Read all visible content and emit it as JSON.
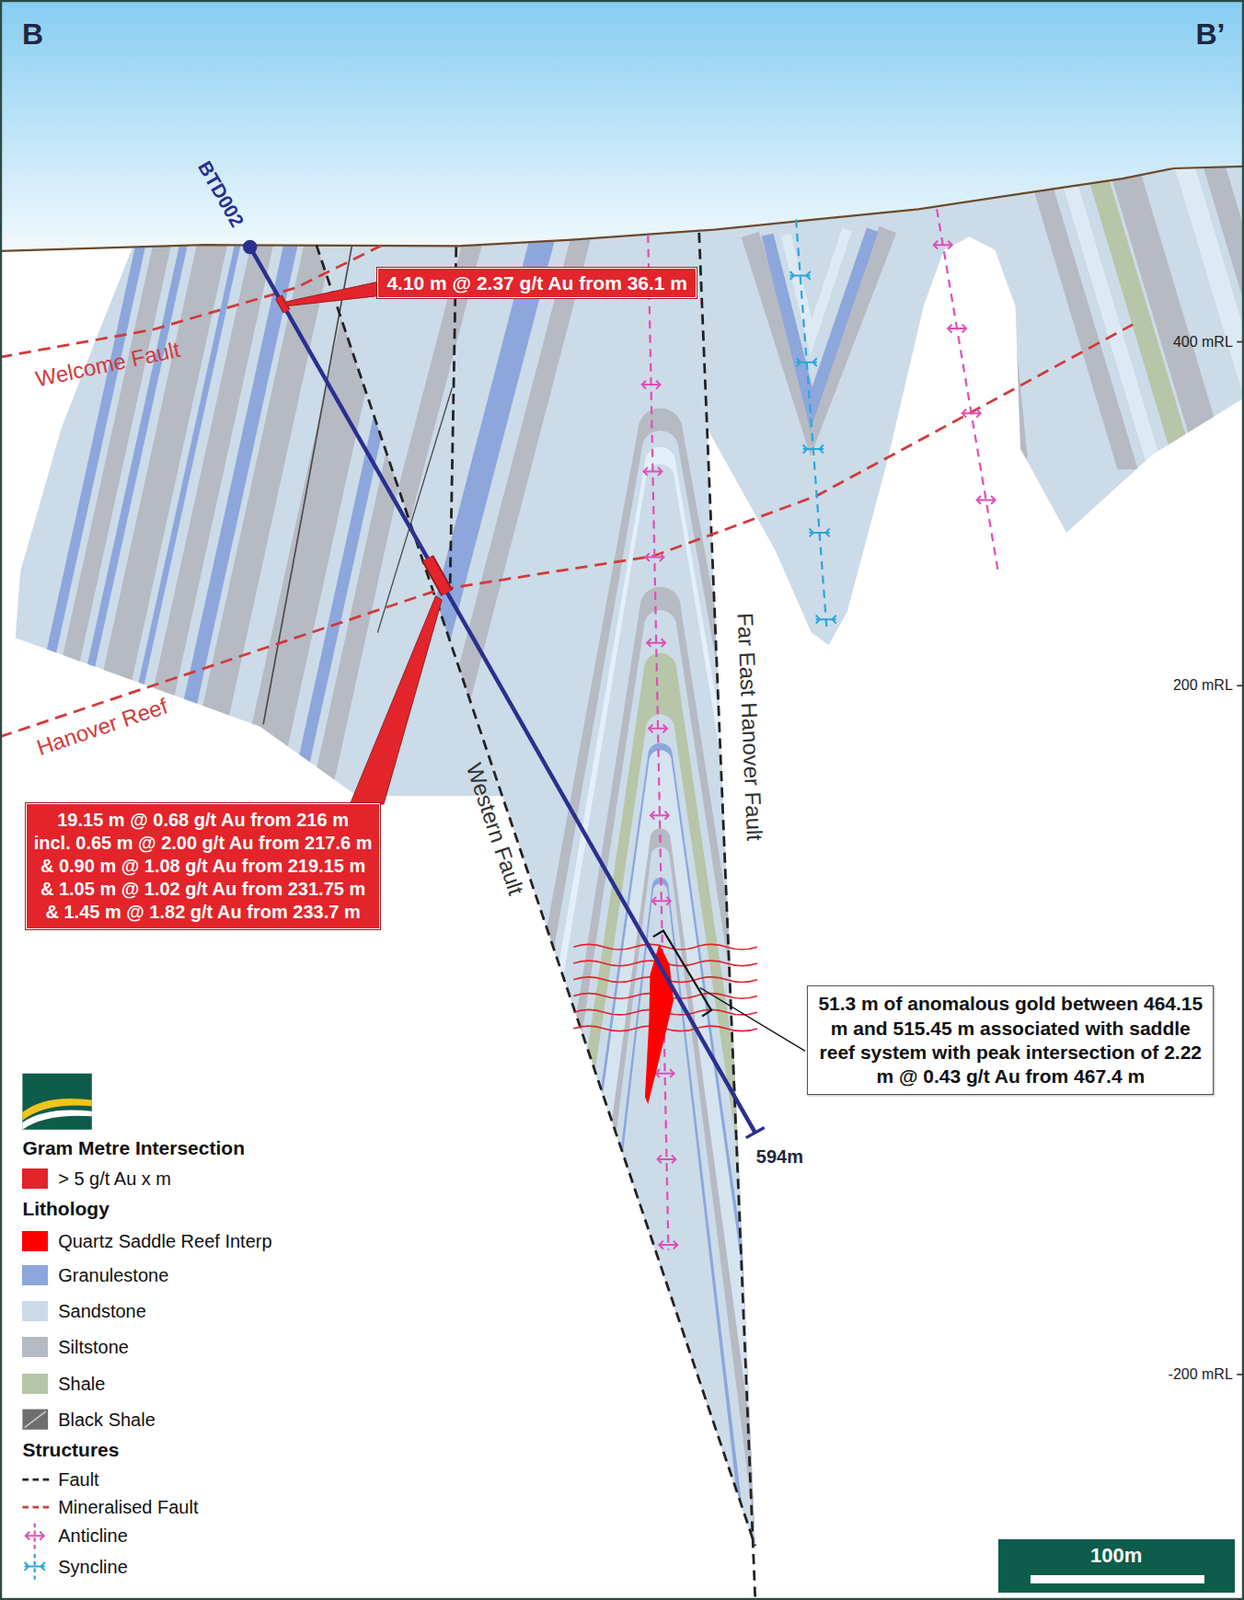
{
  "diagram": {
    "nodes": [
      {
        "text": [
          "4.10 m @ 2.37 g/t Au from 36.1 m"
        ]
      },
      {
        "text": [
          "19.15 m @ 0.68 g/t Au from 216 m",
          "incl. 0.65 m @ 2.00 g/t Au from 217.6 m",
          "& 0.90 m @ 1.08 g/t Au from 219.15 m",
          "& 1.05 m @ 1.02 g/t Au from 231.75 m",
          "& 1.45 m @ 1.82 g/t Au from 233.7 m"
        ]
      },
      {
        "text": [
          "51.3 m of anomalous gold between 464.15 m and 515.45 m associated with saddle reef system with peak intersection of 2.22 m @ 0.43 g/t Au from 467.4 m"
        ]
      },
      {
        "text": [
          "100m"
        ]
      }
    ],
    "labels": [
      "B",
      "B’",
      "BTD002",
      "Welcome Fault",
      "Hanover Reef",
      "Western Fault",
      "Far East Hanover Fault",
      "400 mRL",
      "200 mRL",
      "594m",
      "-200 mRL",
      "Gram Metre Intersection",
      "Lithology",
      "Structures"
    ],
    "legend": [
      {
        "text": "> 5 g/t Au x m",
        "color": "#e3242b"
      },
      {
        "text": "Quartz Saddle Reef Interp",
        "color": "#ff0000"
      },
      {
        "text": "Granulestone",
        "color": "#8da7dc"
      },
      {
        "text": "Sandstone",
        "color": "#cddbe9"
      },
      {
        "text": "Siltstone",
        "color": "#b6bac3"
      },
      {
        "text": "Shale",
        "color": "#b7c6a8"
      },
      {
        "text": "Black Shale"
      },
      {
        "text": "Fault"
      },
      {
        "text": "Mineralised Fault"
      },
      {
        "text": "Anticline"
      },
      {
        "text": "Syncline"
      }
    ]
  }
}
